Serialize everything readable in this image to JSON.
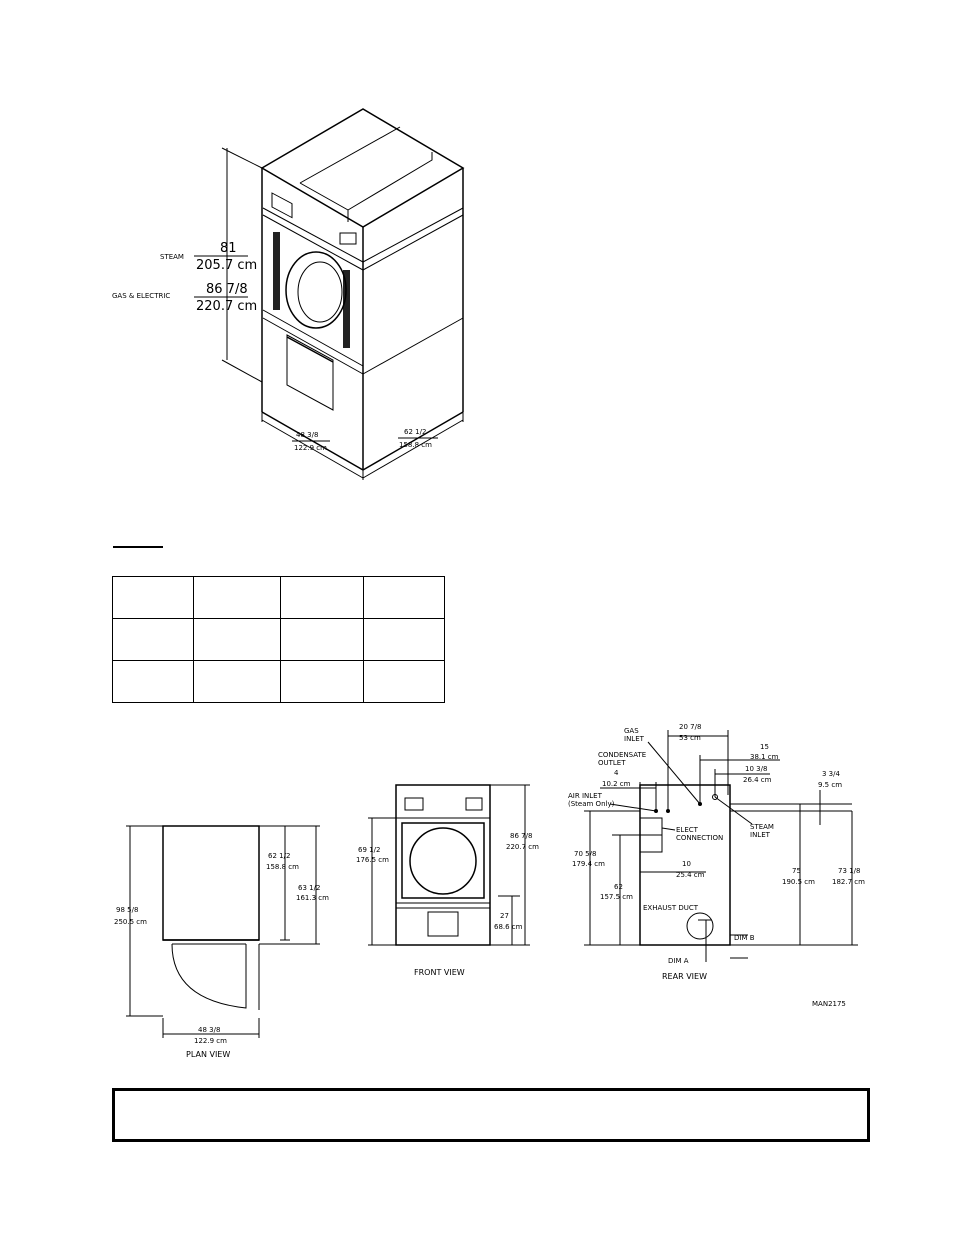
{
  "isometric": {
    "steam_label": "STEAM",
    "steam_height_in": "81",
    "steam_height_cm": "205.7 cm",
    "gas_label": "GAS & ELECTRIC",
    "gas_height_in": "86 7/8",
    "gas_height_cm": "220.7 cm",
    "width_in": "48 3/8",
    "width_cm": "122.9 cm",
    "depth_in": "62 1/2",
    "depth_cm": "158.8 cm"
  },
  "table": {
    "rows": 3,
    "cols": 4
  },
  "plan_view": {
    "title": "PLAN VIEW",
    "overall_in": "98 5/8",
    "overall_cm": "250.5 cm",
    "depth_in": "62 1/2",
    "depth_cm": "158.8 cm",
    "door_in": "63 1/2",
    "door_cm": "161.3 cm",
    "width_in": "48 3/8",
    "width_cm": "122.9 cm"
  },
  "front_view": {
    "title": "FRONT VIEW",
    "height_in": "69 1/2",
    "height_cm": "176.5 cm",
    "total_in": "86 7/8",
    "total_cm": "220.7 cm",
    "base_in": "27",
    "base_cm": "68.6 cm"
  },
  "rear_view": {
    "title": "REAR VIEW",
    "gas_inlet": "GAS\nINLET",
    "condensate": "CONDENSATE\nOUTLET",
    "air_inlet": "AIR INLET\n(Steam Only)",
    "elect": "ELECT\nCONNECTION",
    "steam_inlet": "STEAM\nINLET",
    "exhaust": "EXHAUST DUCT",
    "dim_a": "DIM A",
    "dim_b": "DIM B",
    "d_20_in": "20 7/8",
    "d_20_cm": "53 cm",
    "d_15_in": "15",
    "d_15_cm": "38.1 cm",
    "d_10_in": "10 3/8",
    "d_10_cm": "26.4 cm",
    "d_4_in": "4",
    "d_4_cm": "10.2 cm",
    "d_3_in": "3 3/4",
    "d_3_cm": "9.5 cm",
    "d_70_in": "70 5/8",
    "d_70_cm": "179.4 cm",
    "d_62_in": "62",
    "d_62_cm": "157.5 cm",
    "d_10b_in": "10",
    "d_10b_cm": "25.4 cm",
    "d_75_in": "75",
    "d_75_cm": "190.5 cm",
    "d_73_in": "73 1/8",
    "d_73_cm": "182.7 cm"
  },
  "drawing_ref": "MAN2175"
}
